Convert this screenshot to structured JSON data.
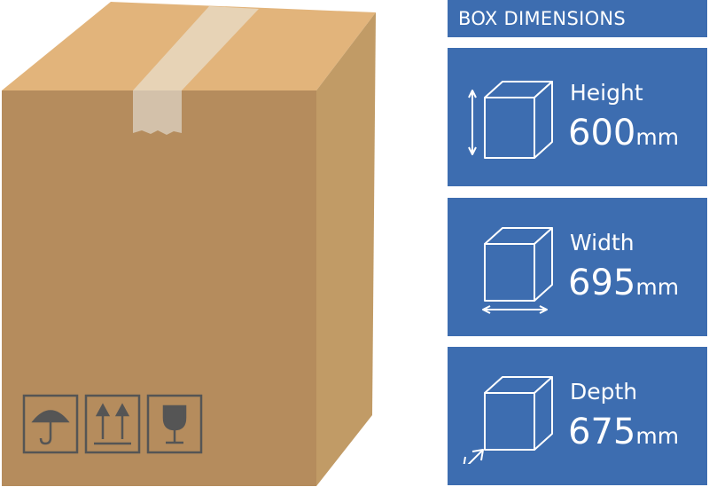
{
  "header": {
    "title": "BOX DIMENSIONS"
  },
  "dimensions": [
    {
      "label": "Height",
      "value": "600",
      "unit": "mm",
      "icon": "cube-height-icon"
    },
    {
      "label": "Width",
      "value": "695",
      "unit": "mm",
      "icon": "cube-width-icon"
    },
    {
      "label": "Depth",
      "value": "675",
      "unit": "mm",
      "icon": "cube-depth-icon"
    }
  ],
  "box_symbols": [
    "umbrella-icon",
    "this-way-up-icon",
    "fragile-glass-icon"
  ],
  "colors": {
    "panel": "#3d6db0",
    "box_front": "#b58c5c",
    "box_side": "#c19a65",
    "box_top": "#e3b57c",
    "tape": "#e6d3b8"
  }
}
